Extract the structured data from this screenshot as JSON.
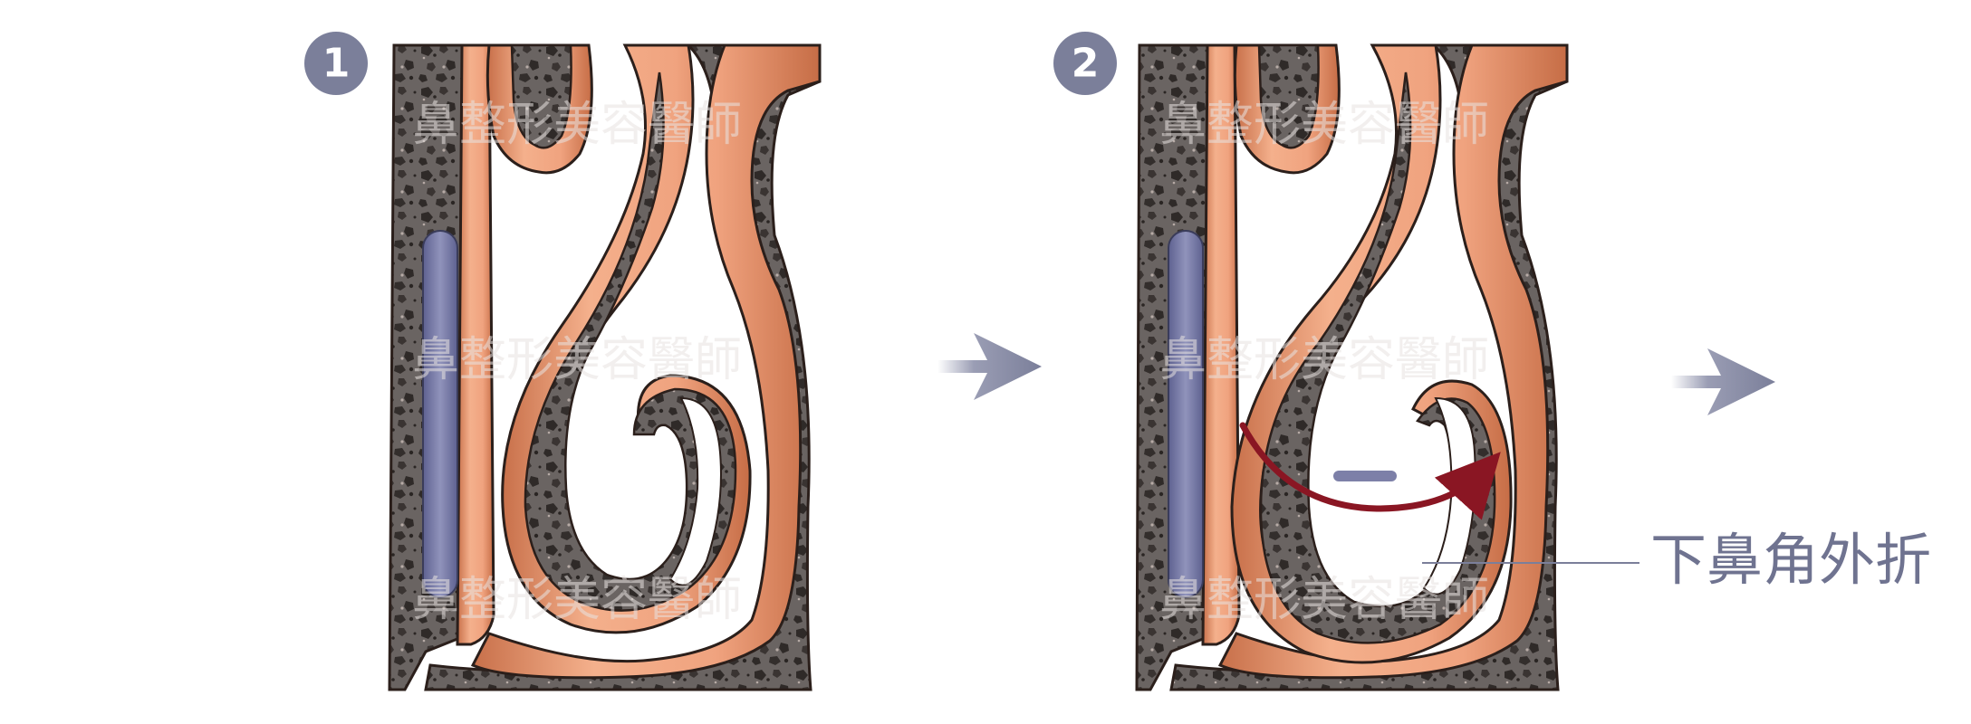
{
  "steps": [
    {
      "number": "1"
    },
    {
      "number": "2",
      "label": "下鼻角外折"
    }
  ],
  "watermark": "鼻整形美容醫師",
  "colors": {
    "badge": "#7b7f9a",
    "arrow": "#7b7f9a",
    "bone": "#6a6462",
    "bone_stone": "#332e2c",
    "mucosa": "#f0a884",
    "mucosa_dark": "#c46a43",
    "outline": "#2b1f1b",
    "vein": "#7d80a8",
    "curve_arrow": "#8a1623",
    "leader": "#7b7f9a",
    "label": "#6f7390"
  },
  "icons": [
    "badge-circle",
    "right-arrow-icon",
    "curved-arrow-icon"
  ]
}
